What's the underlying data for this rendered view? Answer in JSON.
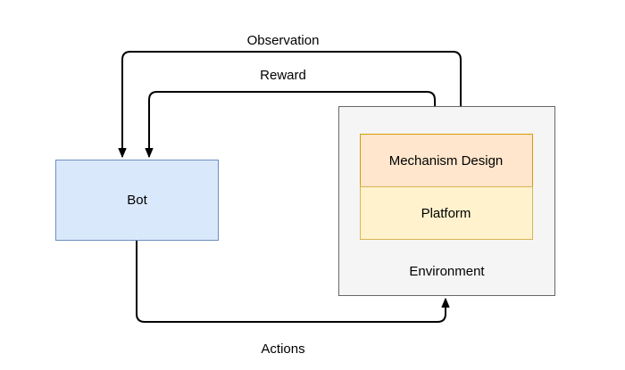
{
  "diagram": {
    "nodes": {
      "bot": {
        "label": "Bot",
        "fill": "#dae8fc",
        "stroke": "#6c8ebf"
      },
      "environment": {
        "label": "Environment",
        "fill": "#f5f5f5",
        "stroke": "#666666"
      },
      "mechanism_design": {
        "label": "Mechanism Design",
        "fill": "#ffe6cc",
        "stroke": "#d79b00"
      },
      "platform": {
        "label": "Platform",
        "fill": "#fff2cc",
        "stroke": "#d6b656"
      }
    },
    "edges": {
      "observation": {
        "label": "Observation",
        "from": "environment",
        "to": "bot"
      },
      "reward": {
        "label": "Reward",
        "from": "environment",
        "to": "bot"
      },
      "actions": {
        "label": "Actions",
        "from": "bot",
        "to": "environment"
      }
    },
    "edge_color": "#000000",
    "background": "#ffffff"
  }
}
